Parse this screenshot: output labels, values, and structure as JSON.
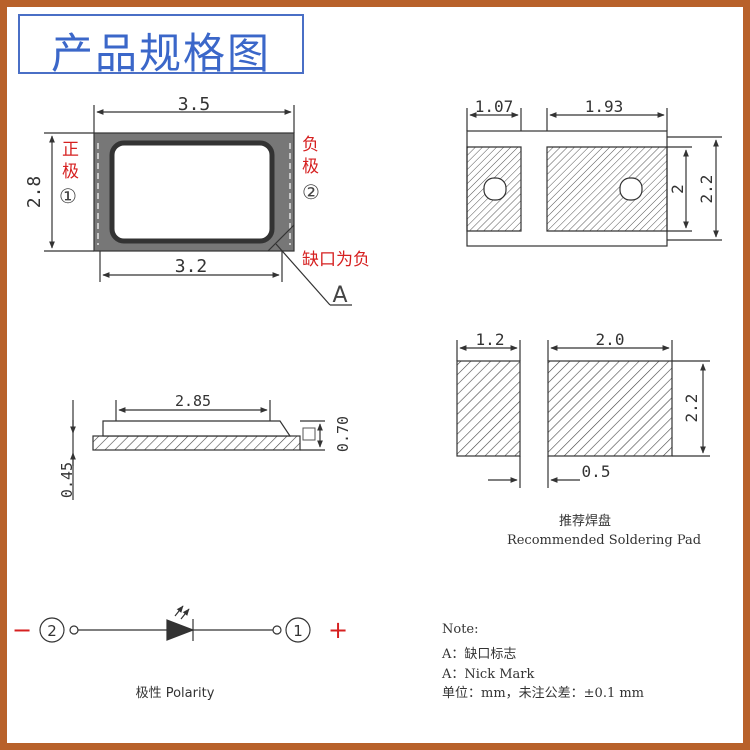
{
  "title": "产品规格图",
  "top_view": {
    "width_outer": "3.5",
    "width_inner": "3.2",
    "height": "2.8",
    "positive_label": "正极",
    "positive_number": "①",
    "negative_label": "负极",
    "negative_number": "②",
    "notch_note": "缺口为负",
    "notch_mark": "A"
  },
  "bottom_view": {
    "pad_left_width": "1.07",
    "pad_right_width": "1.93",
    "height_inner": "2",
    "height_outer": "2.2"
  },
  "side_view": {
    "length": "2.85",
    "total_height": "0.70",
    "base_height": "0.45"
  },
  "soldering_pad": {
    "left_width": "1.2",
    "right_width": "2.0",
    "gap": "0.5",
    "height": "2.2",
    "label_cn": "推荐焊盘",
    "label_en": "Recommended Soldering Pad"
  },
  "polarity": {
    "minus": "−",
    "plus": "+",
    "node_left": "2",
    "node_right": "1",
    "label": "极性  Polarity"
  },
  "note": {
    "heading": "Note:",
    "line1": "A：缺口标志",
    "line2": "A：Nick Mark",
    "line3": "单位：mm，未注公差：±0.1 mm"
  },
  "colors": {
    "frame": "#b8612a",
    "title": "#3b67c9",
    "red": "#d62020",
    "line": "#333333"
  }
}
